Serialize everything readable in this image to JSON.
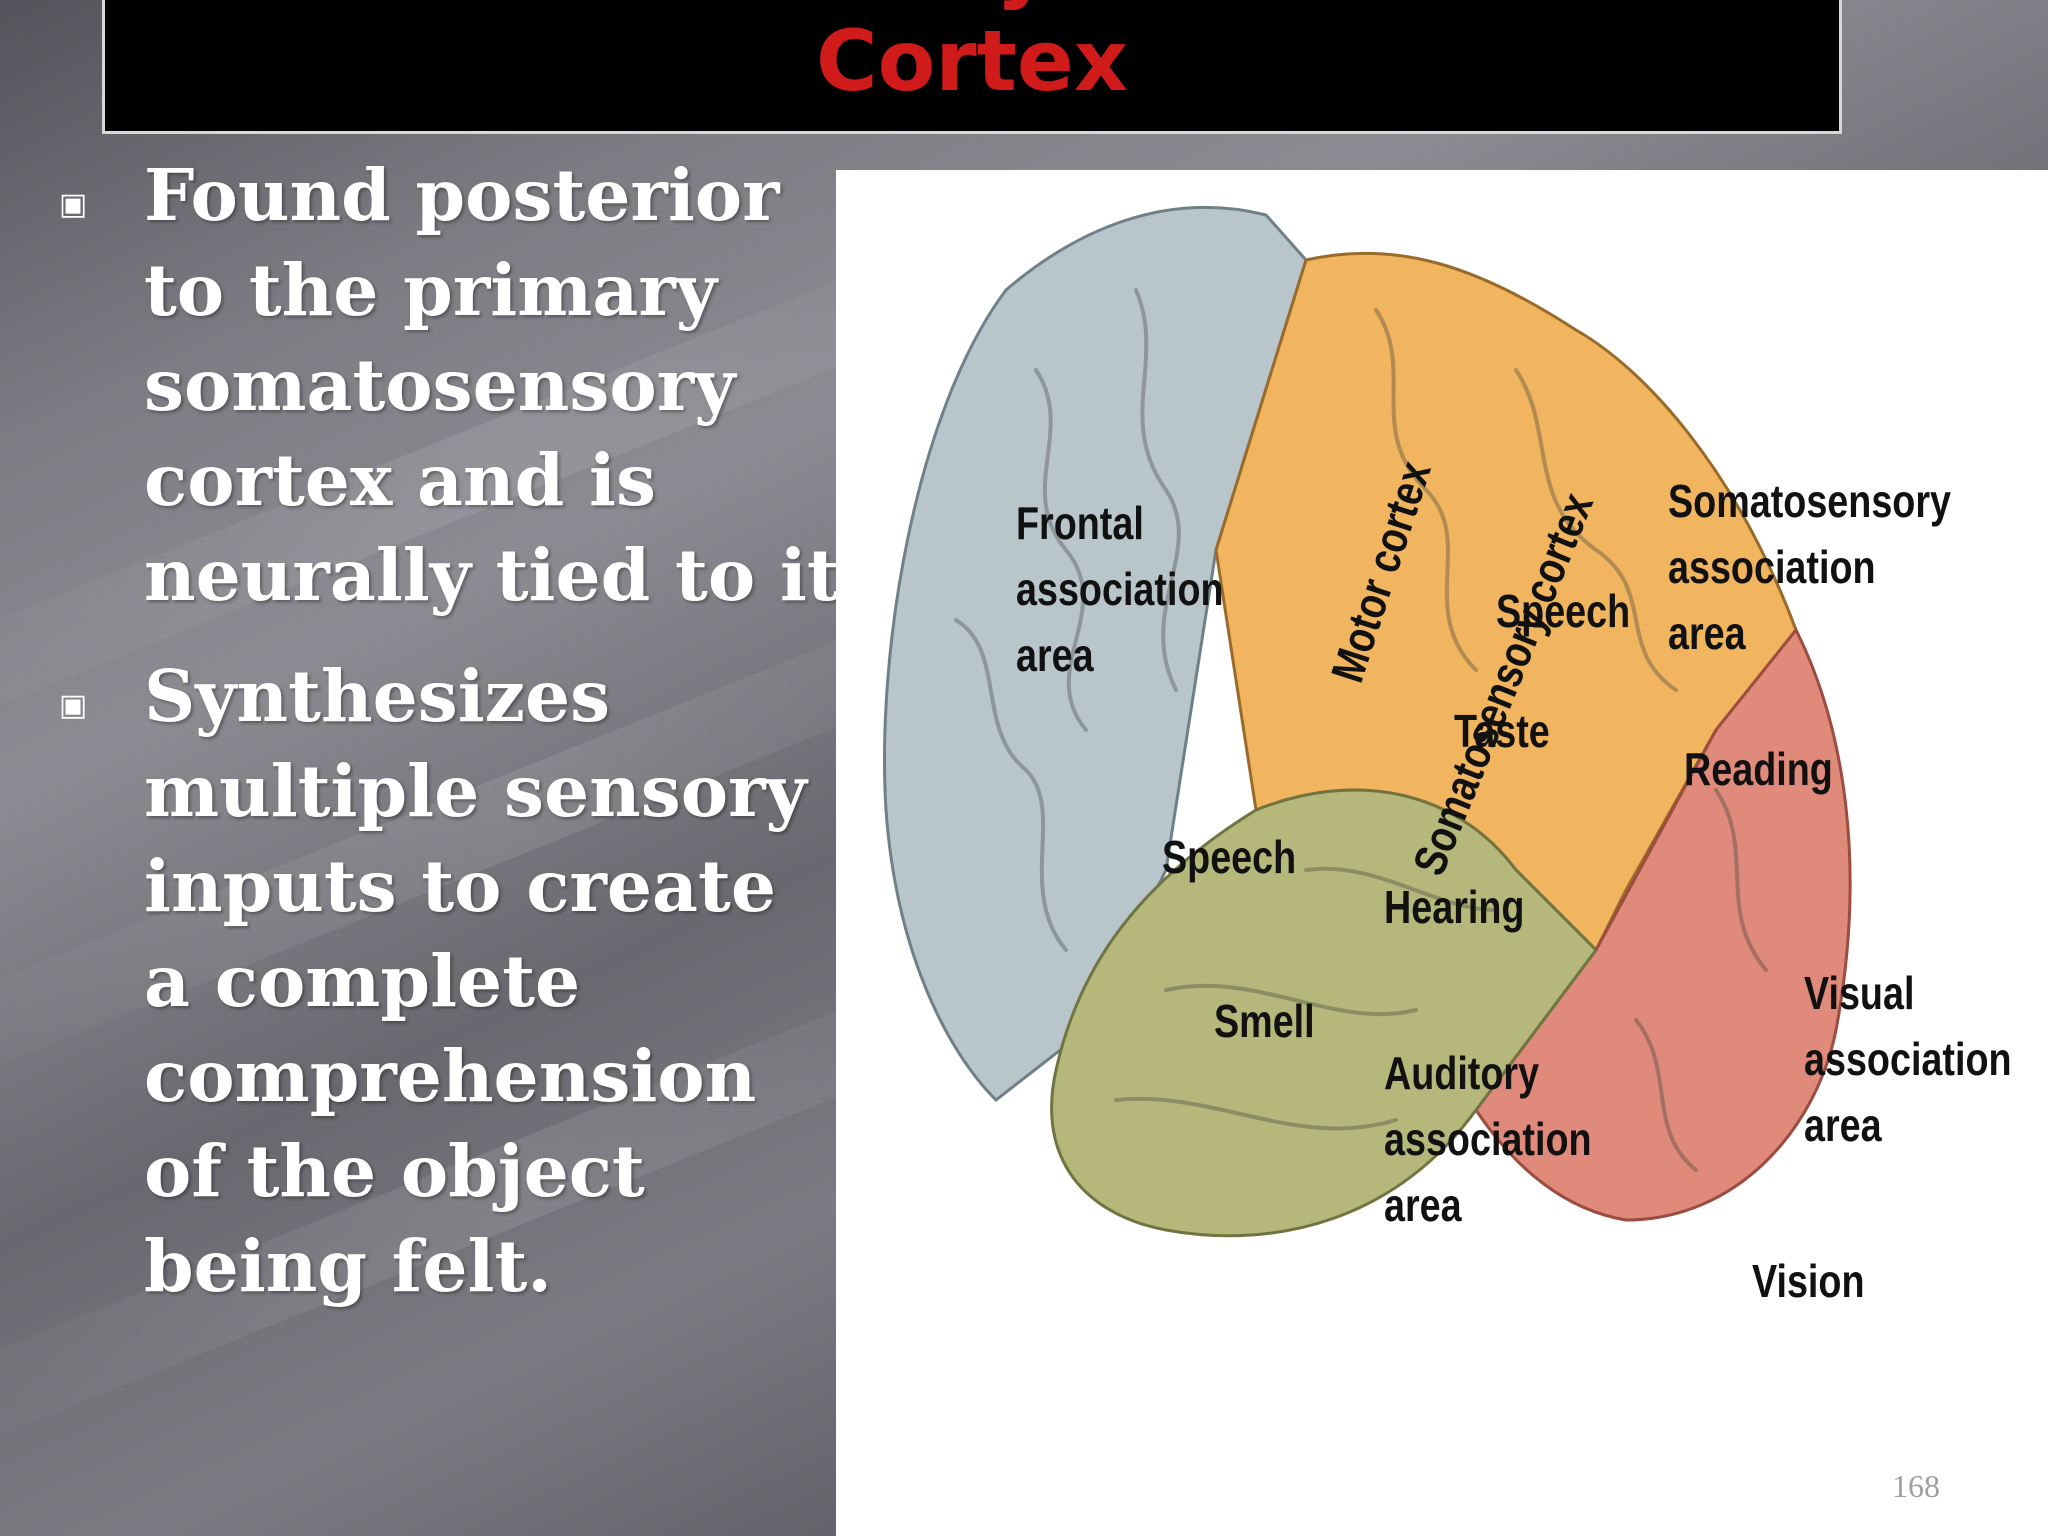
{
  "slide": {
    "title": "Somatosensory Association\nCortex",
    "page_number": "168"
  },
  "bullets": [
    {
      "text": "Found posterior to the primary somatosensory cortex and is neurally tied to it"
    },
    {
      "text": "Synthesizes multiple sensory inputs to create a complete comprehension of the object being felt."
    }
  ],
  "bullet_icon": "boxed-dot-icon",
  "figure": {
    "labels": {
      "frontal": "Frontal\nassociation\narea",
      "motor": "Motor cortex",
      "somatosensory_cortex": "Somatosensory cortex",
      "speech_upper": "Speech",
      "taste": "Taste",
      "somatosensory_association": "Somatosensory\nassociation\narea",
      "reading": "Reading",
      "speech_lower": "Speech",
      "hearing": "Hearing",
      "smell": "Smell",
      "auditory": "Auditory\nassociation\narea",
      "visual": "Visual\nassociation\narea",
      "vision": "Vision"
    },
    "colors": {
      "frontal": "#b8c6cc",
      "somatosensory": "#f0b55e",
      "temporal": "#b5b87a",
      "occipital": "#df8a7a"
    }
  }
}
